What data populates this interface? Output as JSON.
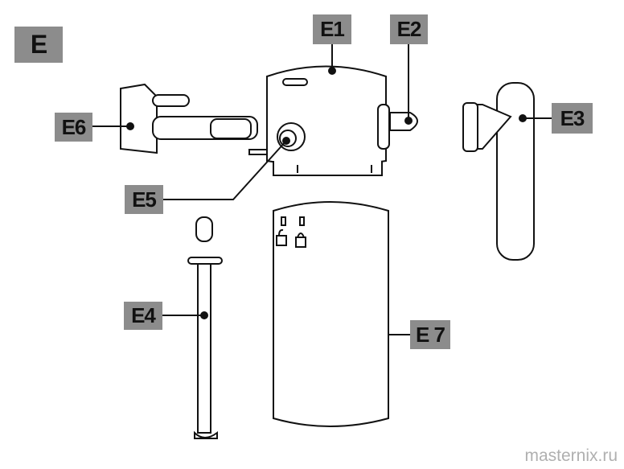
{
  "section_label": "E",
  "labels": {
    "e1": "E1",
    "e2": "E2",
    "e3": "E3",
    "e4": "E4",
    "e5": "E5",
    "e6": "E6",
    "e7": "E 7"
  },
  "watermark": "masternix.ru"
}
